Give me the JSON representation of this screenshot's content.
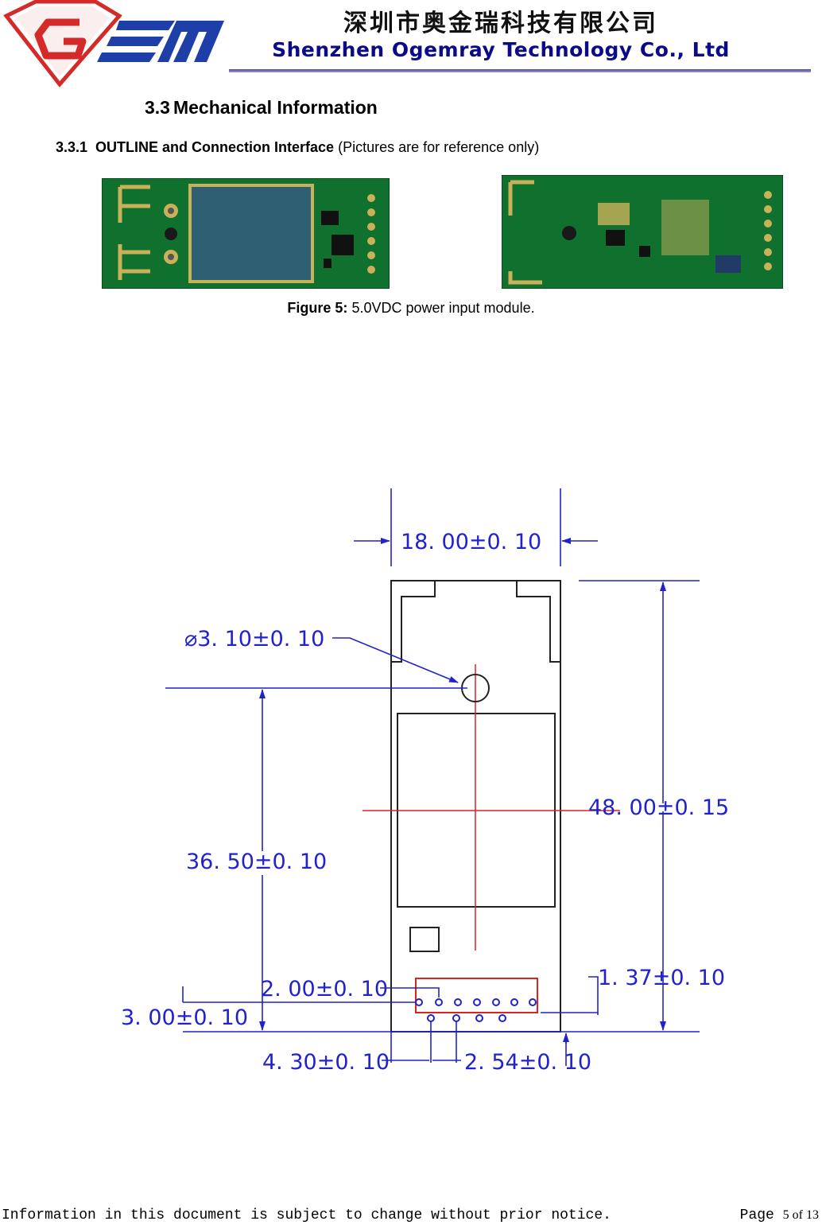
{
  "header": {
    "logo_text": "GEM",
    "company_cn": "深圳市奥金瑞科技有限公司",
    "company_en": "Shenzhen Ogemray Technology Co., Ltd"
  },
  "section": {
    "number": "3.3",
    "title": "Mechanical Information"
  },
  "subsection": {
    "number": "3.3.1",
    "title": "OUTLINE and Connection Interface",
    "note": "(Pictures are for reference only)"
  },
  "figure": {
    "label": "Figure 5:",
    "text": "5.0VDC power input module."
  },
  "drawing": {
    "width_dim": "18. 00±0. 10",
    "hole_dim": "⌀3. 10±0. 10",
    "length_dim": "48. 00±0. 15",
    "hole_pos_dim": "36. 50±0. 10",
    "pin_row_dim": "2. 00±0. 10",
    "edge_dim": "3. 00±0. 10",
    "right_offset_dim": "1. 37±0. 10",
    "left_offset_dim": "4. 30±0. 10",
    "pitch_dim": "2. 54±0. 10"
  },
  "footer": {
    "notice": "Information in this document is subject to change without prior notice.",
    "page_label": "Page",
    "page_number": "5 of 13"
  },
  "colors": {
    "dimension_blue": "#2222cc",
    "center_red": "#dd2222",
    "logo_red": "#d42a2a",
    "logo_blue": "#1f3fa8",
    "pcb_green": "#0f6a2c"
  }
}
